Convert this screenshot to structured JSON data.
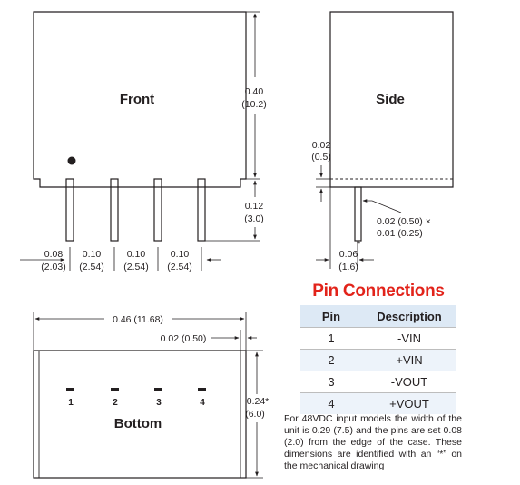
{
  "front": {
    "label": "Front",
    "height_dim_in": "0.40",
    "height_dim_mm": "(10.2)",
    "pin_len_in": "0.12",
    "pin_len_mm": "(3.0)",
    "pitch": [
      {
        "in": "0.08",
        "mm": "(2.03)"
      },
      {
        "in": "0.10",
        "mm": "(2.54)"
      },
      {
        "in": "0.10",
        "mm": "(2.54)"
      },
      {
        "in": "0.10",
        "mm": "(2.54)"
      }
    ]
  },
  "side": {
    "label": "Side",
    "offset_in": "0.02",
    "offset_mm": "(0.5)",
    "pin_size_line1": "0.02 (0.50) ×",
    "pin_size_line2": "0.01 (0.25)",
    "pin_offset_in": "0.06",
    "pin_offset_mm": "(1.6)",
    "star": "*"
  },
  "bottom": {
    "label": "Bottom",
    "width_dim": "0.46 (11.68)",
    "edge_dim": "0.02 (0.50)",
    "depth_in": "0.24*",
    "depth_mm": "(6.0)",
    "pins": [
      "1",
      "2",
      "3",
      "4"
    ]
  },
  "pin_connections": {
    "title": "Pin Connections",
    "headers": [
      "Pin",
      "Description"
    ],
    "rows": [
      {
        "pin": "1",
        "description": "-VIN"
      },
      {
        "pin": "2",
        "description": "+VIN"
      },
      {
        "pin": "3",
        "description": "-VOUT"
      },
      {
        "pin": "4",
        "description": "+VOUT"
      }
    ]
  },
  "note": "For 48VDC input models the width of the unit is 0.29 (7.5) and the pins are set 0.08 (2.0) from the edge of the case. These dimensions are identified with an “*” on the mechanical drawing",
  "colors": {
    "accent_title": "#e2231a",
    "table_header_bg": "#dde9f5",
    "table_alt_row_bg": "#edf3fa",
    "line": "#231f20"
  }
}
